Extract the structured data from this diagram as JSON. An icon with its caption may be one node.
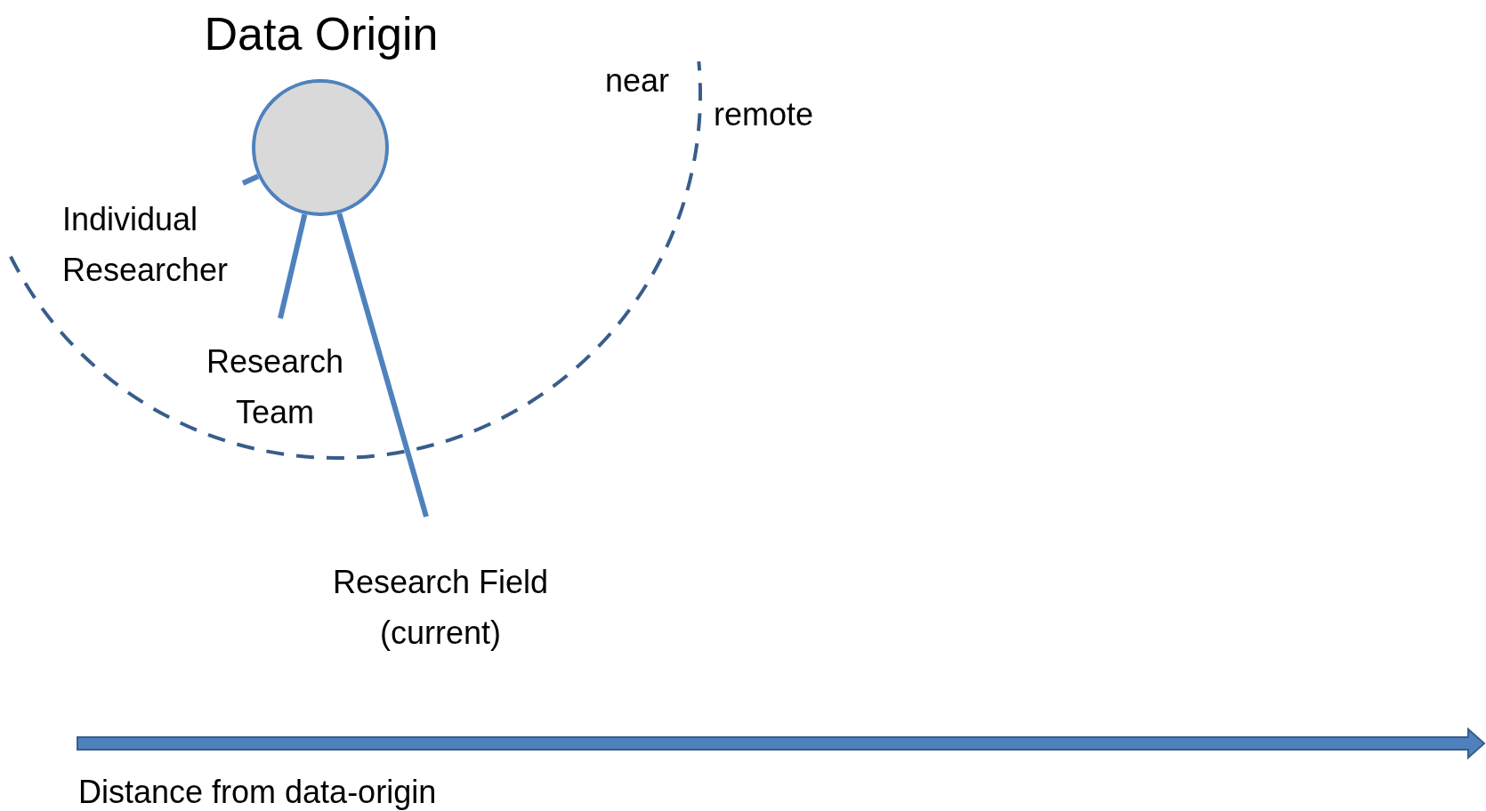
{
  "diagram": {
    "nodes": [
      {
        "text": [
          "Data Origin"
        ]
      },
      {
        "text": [
          "Individual Researcher"
        ]
      },
      {
        "text": [
          "Research Team"
        ]
      },
      {
        "text": [
          "Research Field (current)"
        ]
      }
    ],
    "edges": [
      {
        "from": 0,
        "to": 1,
        "arrow": "none"
      },
      {
        "from": 0,
        "to": 2,
        "arrow": "none"
      },
      {
        "from": 0,
        "to": 3,
        "arrow": "none"
      }
    ],
    "labels": [
      "near",
      "remote",
      "Distance from data-origin"
    ]
  }
}
